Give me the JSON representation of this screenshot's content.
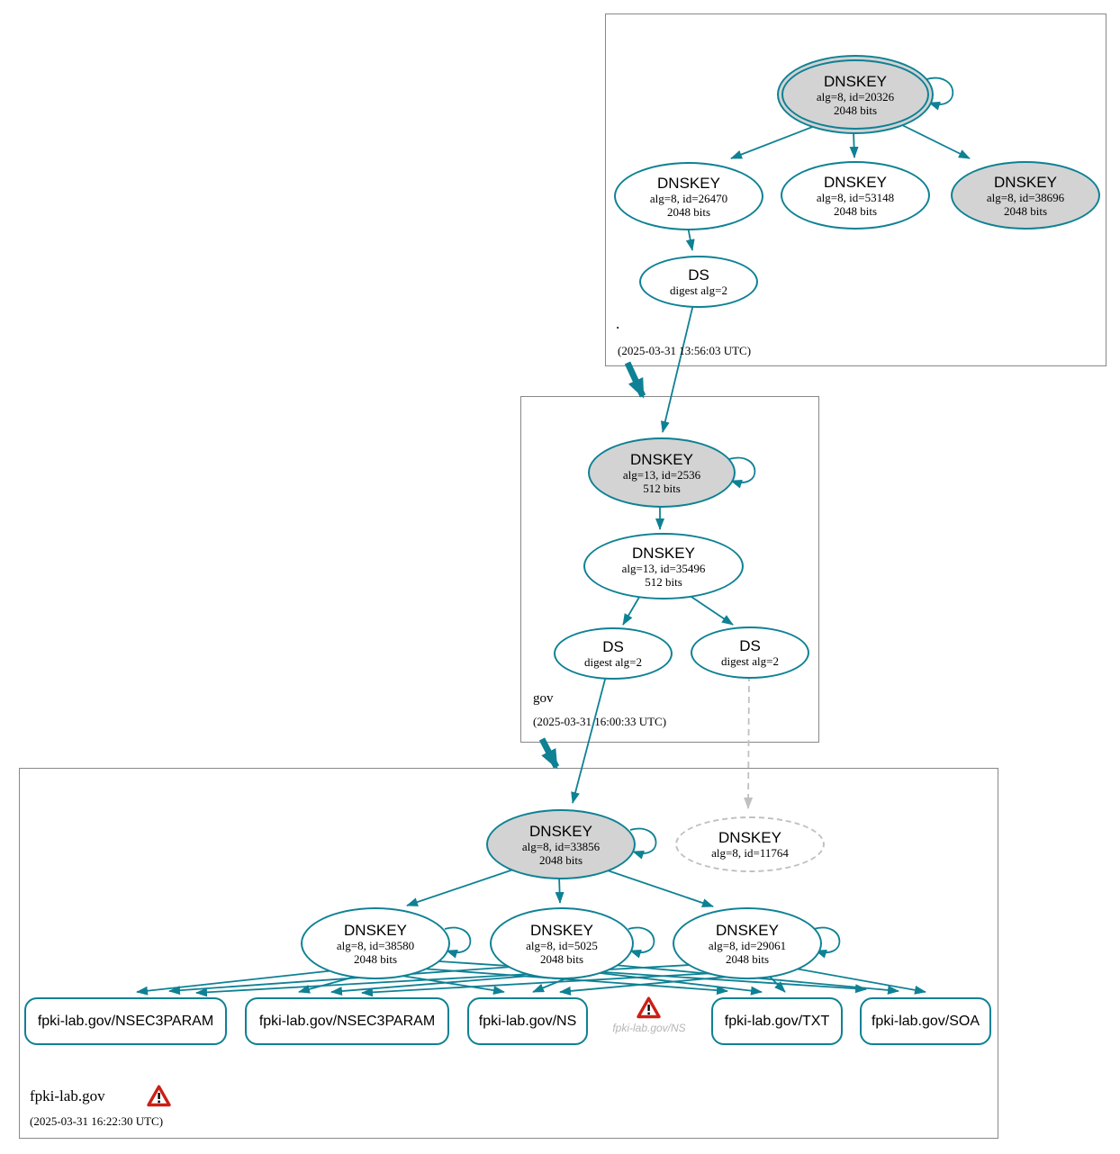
{
  "colors": {
    "edge_teal": "#0e8194",
    "ksk_fill_gray": "#d3d3d3",
    "dashed_gray": "#c0c0c0",
    "warning_red": "#cb2016",
    "faded_text_gray": "#b5b5b5"
  },
  "zones": {
    "root": {
      "label": ".",
      "timestamp": "(2025-03-31 13:56:03 UTC)",
      "ksk": {
        "title": "DNSKEY",
        "detail1": "alg=8, id=20326",
        "detail2": "2048 bits"
      },
      "zsk1": {
        "title": "DNSKEY",
        "detail1": "alg=8, id=26470",
        "detail2": "2048 bits"
      },
      "zsk2": {
        "title": "DNSKEY",
        "detail1": "alg=8, id=53148",
        "detail2": "2048 bits"
      },
      "zsk3": {
        "title": "DNSKEY",
        "detail1": "alg=8, id=38696",
        "detail2": "2048 bits"
      },
      "ds": {
        "title": "DS",
        "detail1": "digest alg=2"
      }
    },
    "gov": {
      "label": "gov",
      "timestamp": "(2025-03-31 16:00:33 UTC)",
      "ksk": {
        "title": "DNSKEY",
        "detail1": "alg=13, id=2536",
        "detail2": "512 bits"
      },
      "zsk": {
        "title": "DNSKEY",
        "detail1": "alg=13, id=35496",
        "detail2": "512 bits"
      },
      "ds1": {
        "title": "DS",
        "detail1": "digest alg=2"
      },
      "ds2": {
        "title": "DS",
        "detail1": "digest alg=2"
      }
    },
    "fpki": {
      "label": "fpki-lab.gov",
      "timestamp": "(2025-03-31 16:22:30 UTC)",
      "ksk": {
        "title": "DNSKEY",
        "detail1": "alg=8, id=33856",
        "detail2": "2048 bits"
      },
      "missing_key": {
        "title": "DNSKEY",
        "detail1": "alg=8, id=11764"
      },
      "zsk1": {
        "title": "DNSKEY",
        "detail1": "alg=8, id=38580",
        "detail2": "2048 bits"
      },
      "zsk2": {
        "title": "DNSKEY",
        "detail1": "alg=8, id=5025",
        "detail2": "2048 bits"
      },
      "zsk3": {
        "title": "DNSKEY",
        "detail1": "alg=8, id=29061",
        "detail2": "2048 bits"
      },
      "records": [
        {
          "label": "fpki-lab.gov/NSEC3PARAM"
        },
        {
          "label": "fpki-lab.gov/NSEC3PARAM"
        },
        {
          "label": "fpki-lab.gov/NS"
        },
        {
          "label": "fpki-lab.gov/TXT"
        },
        {
          "label": "fpki-lab.gov/SOA"
        }
      ],
      "warned_record": {
        "label": "fpki-lab.gov/NS"
      }
    }
  }
}
